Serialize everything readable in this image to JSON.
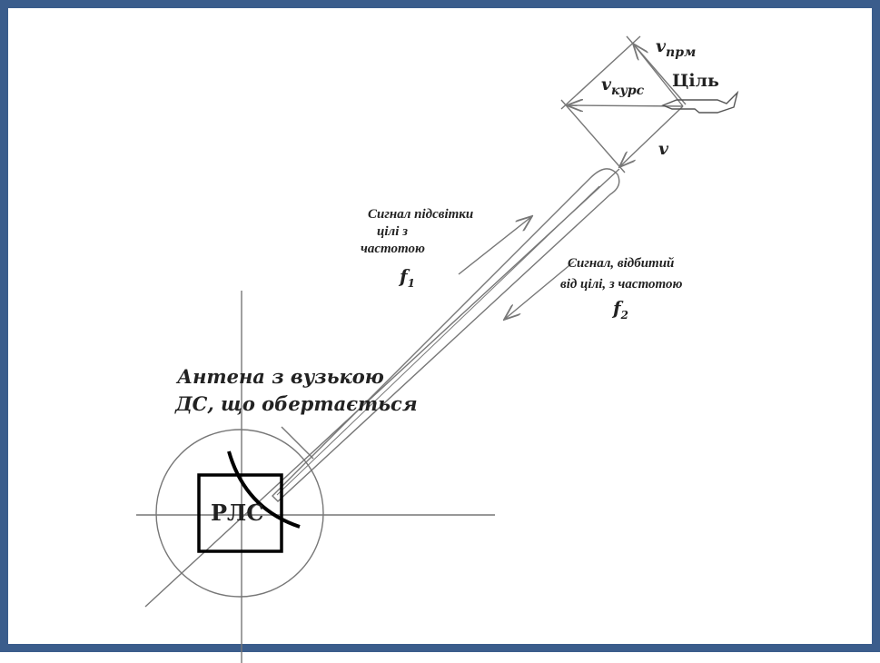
{
  "diagram": {
    "radar_label": "РЛС",
    "antenna_label_line1": "Антена з вузькою",
    "antenna_label_line2": "ДС, що обертається",
    "illum_signal_line1": "Сигнал підсвітки",
    "illum_signal_line2": "цілі з",
    "illum_signal_line3": "частотою",
    "illum_freq": "f",
    "illum_freq_sub": "1",
    "reflected_signal_line1": "Сигнал, відбитий",
    "reflected_signal_line2": "від цілі, з частотою",
    "reflected_freq": "f",
    "reflected_freq_sub": "2",
    "target_label": "Ціль",
    "v_radial": "v",
    "v_radial_sub": "прм",
    "v_course": "v",
    "v_course_sub": "курс",
    "v_total": "v"
  },
  "colors": {
    "frame": "#3b5d8c",
    "line": "#777777",
    "ink": "#111111"
  }
}
